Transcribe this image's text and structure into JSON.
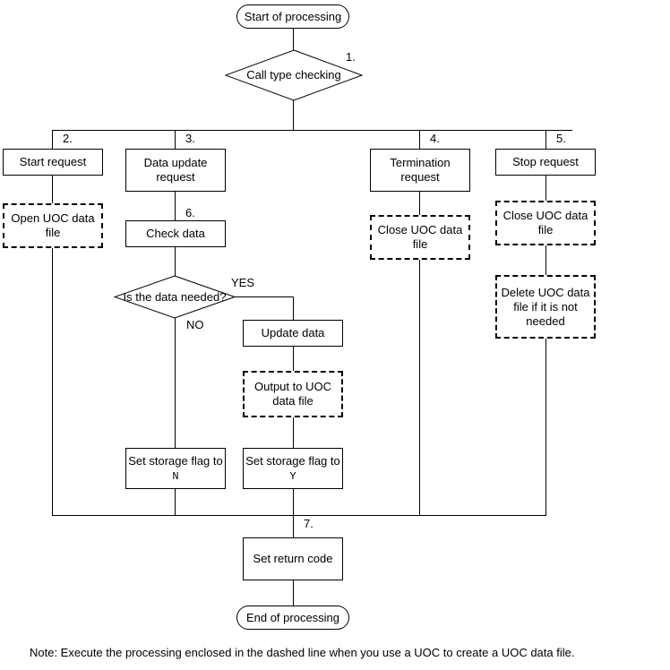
{
  "diagram": {
    "title": "UOC call processing flowchart",
    "nodes": {
      "start": "Start of processing",
      "call_type_checking": "Call type checking",
      "start_request": "Start request",
      "open_uoc_data_file": "Open UOC data file",
      "data_update_request": "Data update request",
      "check_data": "Check data",
      "is_data_needed": "Is the data needed?",
      "update_data": "Update data",
      "output_to_uoc_data_file": "Output to UOC data file",
      "set_storage_flag_n_prefix": "Set storage flag to ",
      "set_storage_flag_n_value": "N",
      "set_storage_flag_y_prefix": "Set storage flag to ",
      "set_storage_flag_y_value": "Y",
      "termination_request": "Termination request",
      "close_uoc_data_file_term": "Close UOC data file",
      "stop_request": "Stop request",
      "close_uoc_data_file_stop": "Close UOC data file",
      "delete_uoc_data_file": "Delete UOC data file if it is not needed",
      "set_return_code": "Set return code",
      "end": "End of processing"
    },
    "step_numbers": {
      "s1": "1.",
      "s2": "2.",
      "s3": "3.",
      "s4": "4.",
      "s5": "5.",
      "s6": "6.",
      "s7": "7."
    },
    "edge_labels": {
      "yes": "YES",
      "no": "NO"
    },
    "note": "Note: Execute the processing enclosed in the dashed line when you use a UOC to create a UOC data file.",
    "colors": {
      "line": "#000000",
      "background": "#ffffff",
      "text": "#000000"
    }
  }
}
